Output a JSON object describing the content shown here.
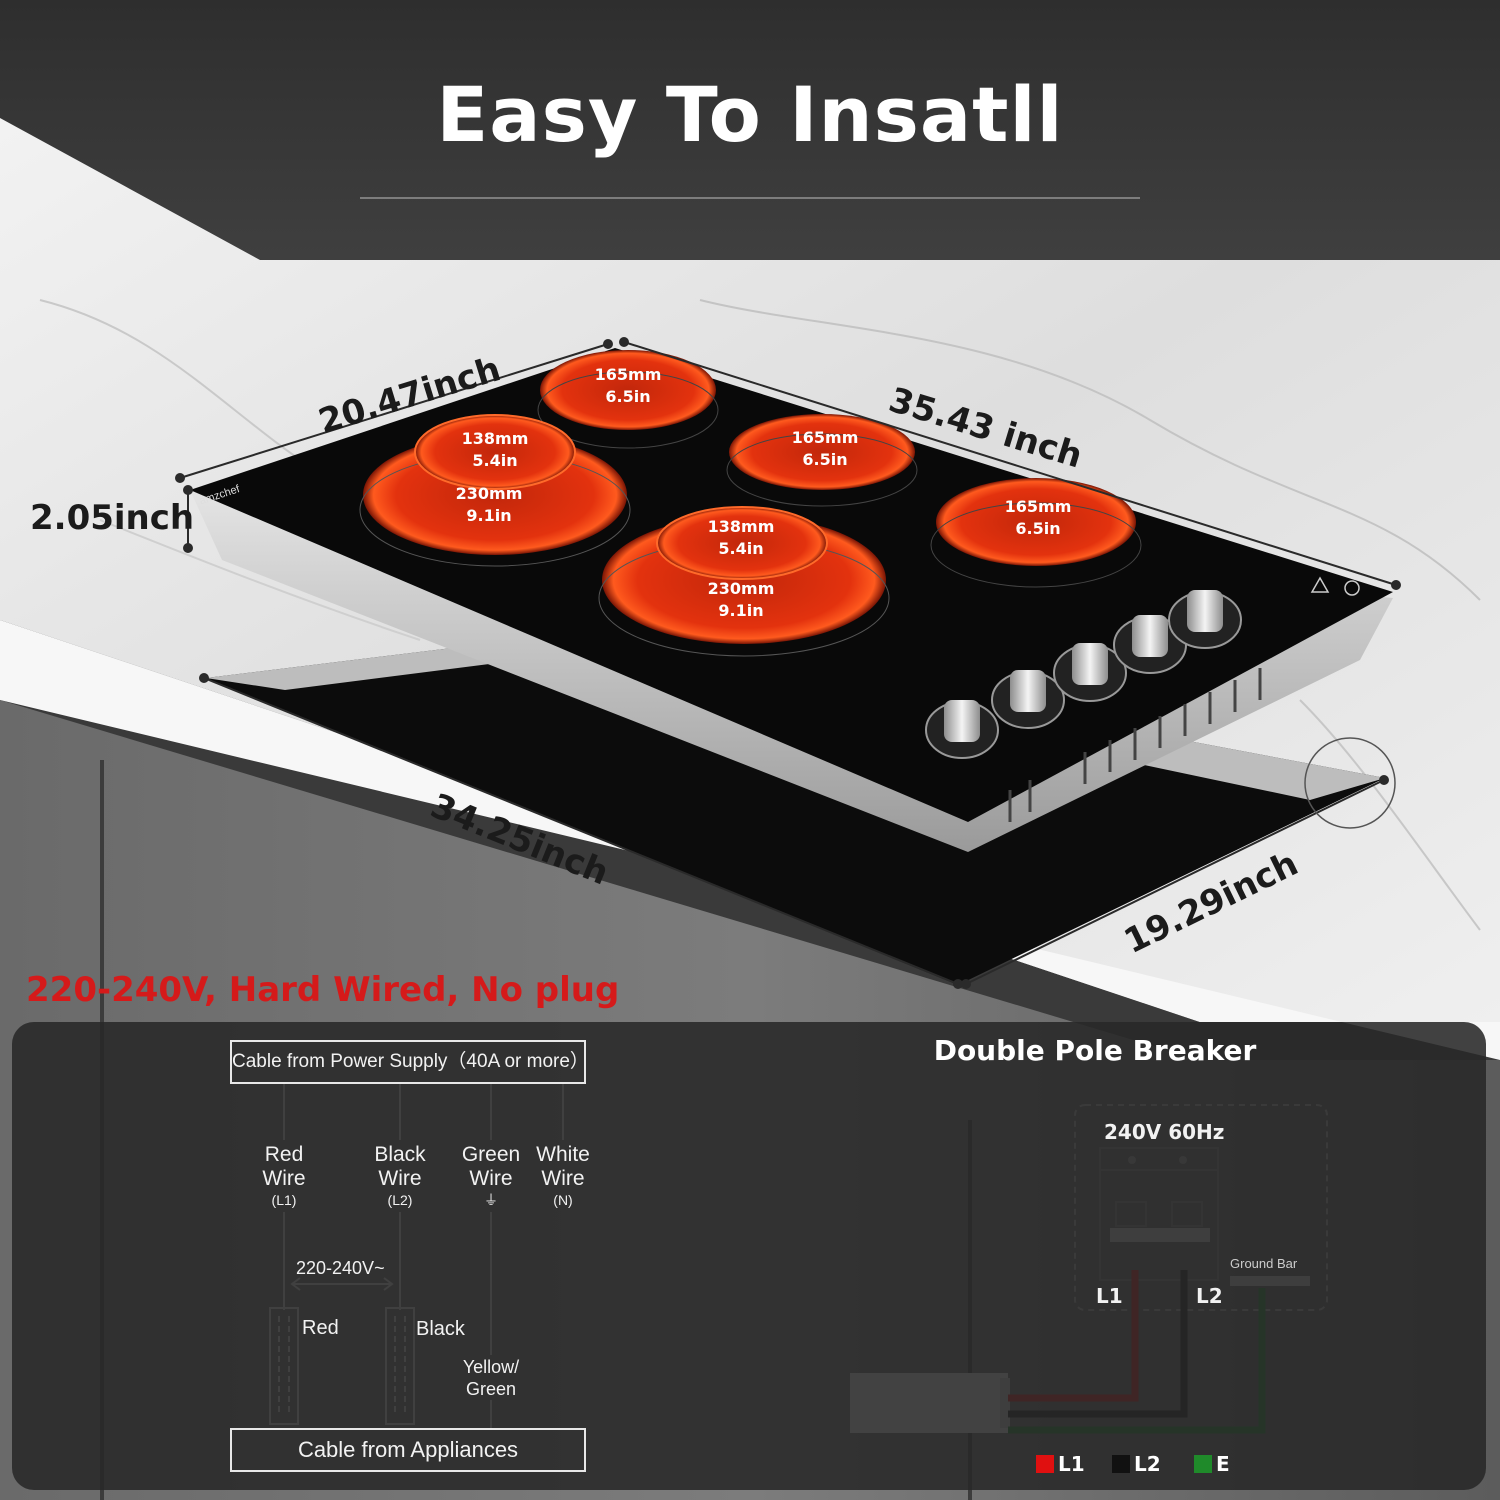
{
  "title": "Easy To Insatll",
  "dimensions": {
    "depth": "20.47inch",
    "width": "35.43 inch",
    "height": "2.05inch",
    "cutout_width": "34.25inch",
    "cutout_depth": "19.29inch"
  },
  "burners": [
    {
      "mm": "165mm",
      "inch": "6.5in"
    },
    {
      "mm": "138mm",
      "inch": "5.4in"
    },
    {
      "mm": "230mm",
      "inch": "9.1in"
    },
    {
      "mm": "165mm",
      "inch": "6.5in"
    },
    {
      "mm": "165mm",
      "inch": "6.5in"
    },
    {
      "mm": "138mm",
      "inch": "5.4in"
    },
    {
      "mm": "230mm",
      "inch": "9.1in"
    }
  ],
  "brand": "amzchef",
  "voltage_note": "220-240V, Hard Wired, No plug",
  "wiring": {
    "supply_cable": "Cable from Power Supply（40A or more）",
    "appliance_cable": "Cable from Appliances",
    "wires": [
      {
        "name": "Red",
        "word": "Wire",
        "code": "(L1)"
      },
      {
        "name": "Black",
        "word": "Wire",
        "code": "(L2)"
      },
      {
        "name": "Green",
        "word": "Wire",
        "code": "⏚"
      },
      {
        "name": "White",
        "word": "Wire",
        "code": "(N)"
      }
    ],
    "voltage_span": "220-240V~",
    "red_label": "Red",
    "black_label": "Black",
    "yellow_green_label": "Yellow/\nGreen"
  },
  "breaker": {
    "title": "Double Pole Breaker",
    "rating": "240V  60Hz",
    "ground_bar": "Ground Bar",
    "l1": "L1",
    "l2": "L2"
  },
  "legend": [
    {
      "label": "L1",
      "color": "#e01010"
    },
    {
      "label": "L2",
      "color": "#111111"
    },
    {
      "label": "E",
      "color": "#1f8a2a"
    }
  ],
  "colors": {
    "burner_glow": "#e3320e",
    "accent_red": "#d51a1a"
  }
}
